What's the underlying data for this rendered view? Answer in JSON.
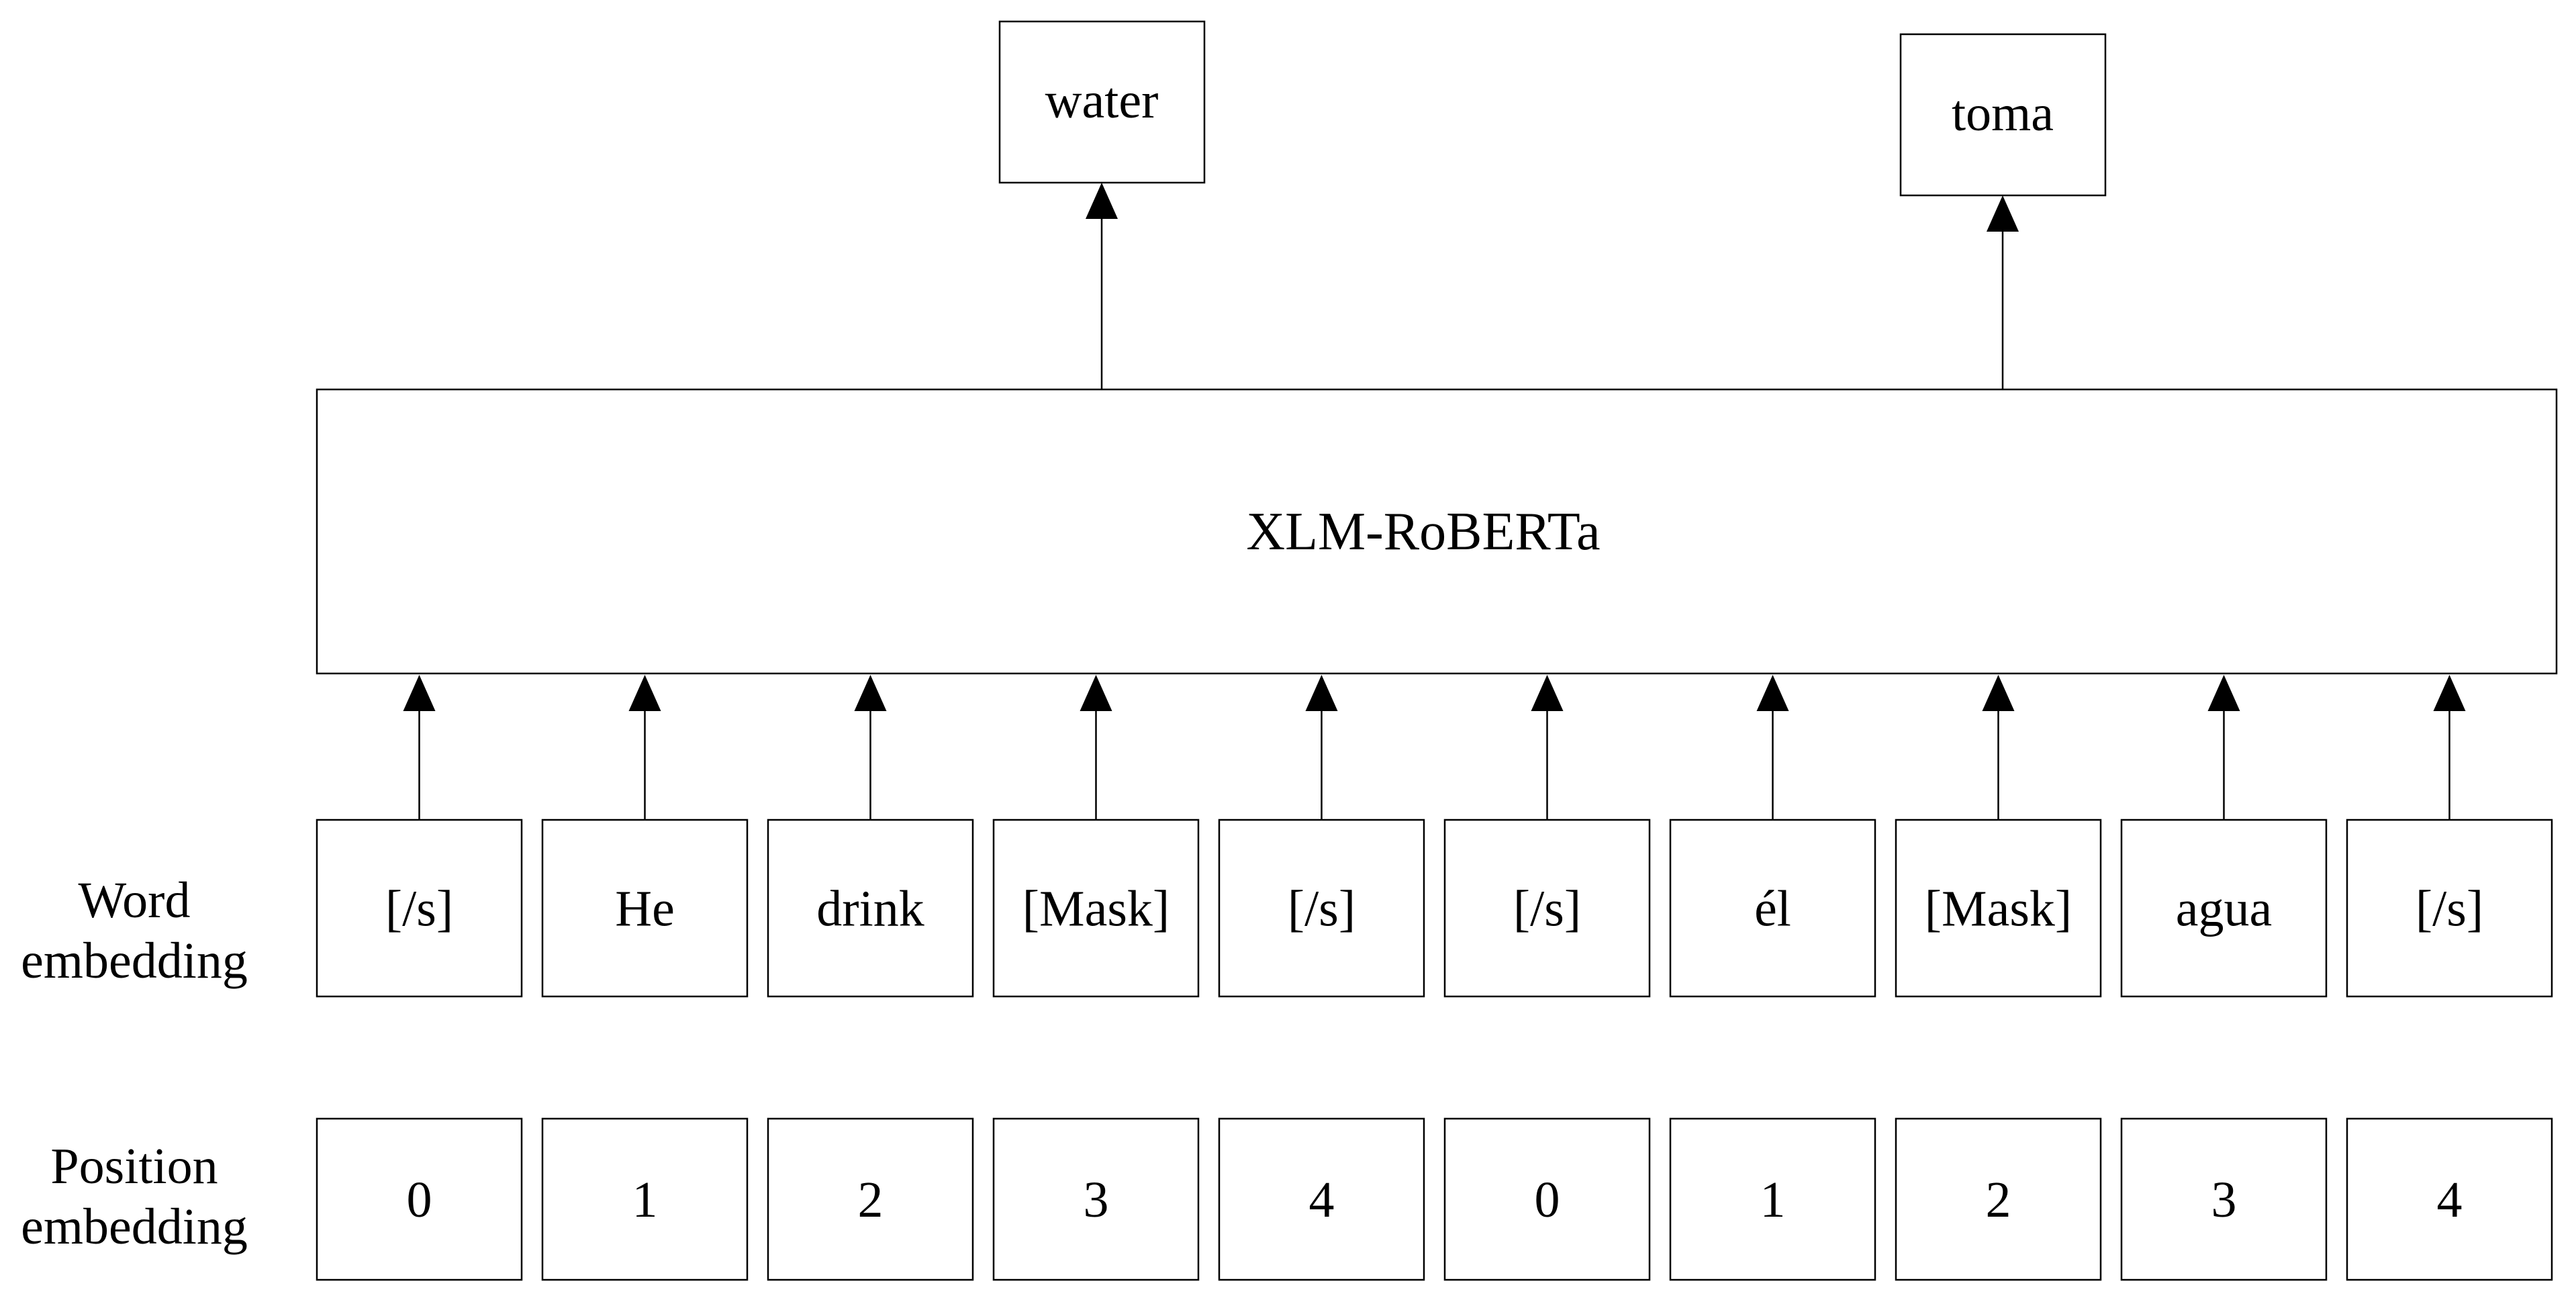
{
  "model": {
    "label": "XLM-RoBERTa"
  },
  "outputs": [
    {
      "label": "water"
    },
    {
      "label": "toma"
    }
  ],
  "word_embedding": {
    "label_line1": "Word",
    "label_line2": "embedding",
    "tokens": [
      "[/s]",
      "He",
      "drink",
      "[Mask]",
      "[/s]",
      "[/s]",
      "él",
      "[Mask]",
      "agua",
      "[/s]"
    ]
  },
  "position_embedding": {
    "label_line1": "Position",
    "label_line2": "embedding",
    "positions": [
      "0",
      "1",
      "2",
      "3",
      "4",
      "0",
      "1",
      "2",
      "3",
      "4"
    ]
  }
}
